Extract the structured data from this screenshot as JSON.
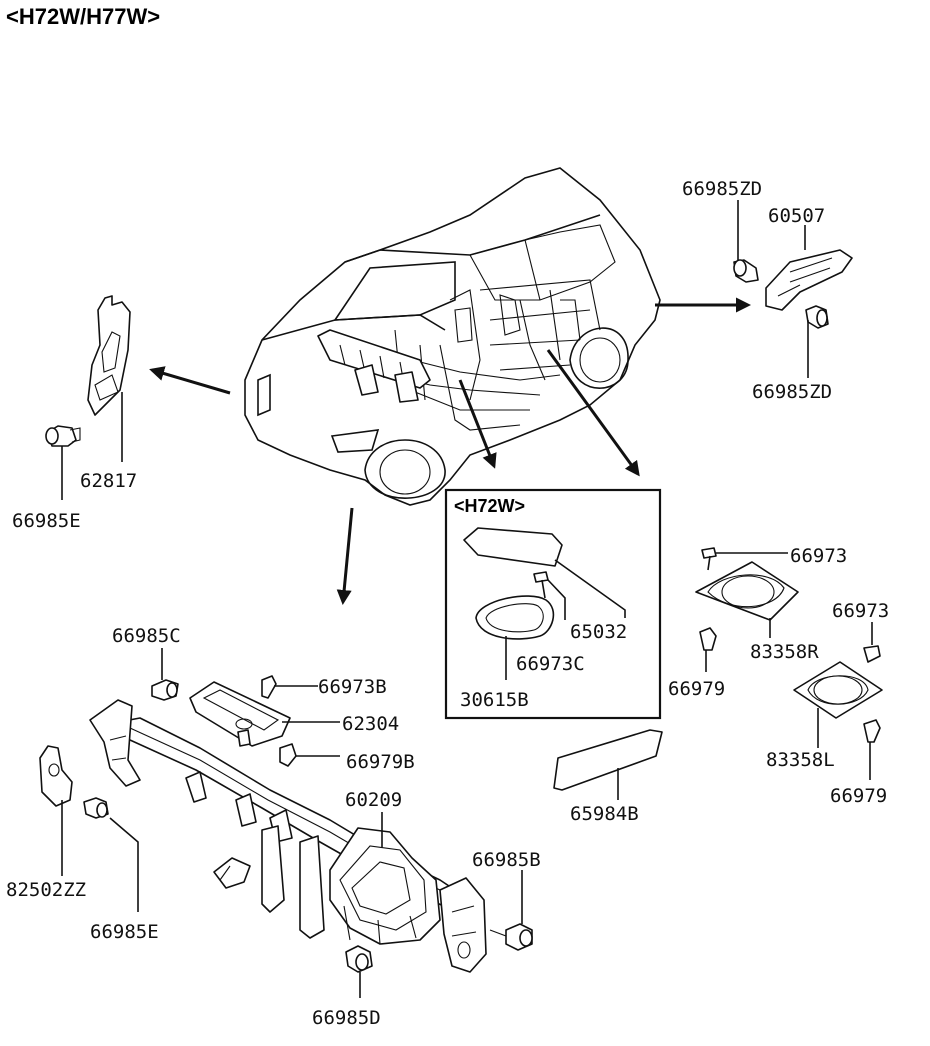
{
  "title": "<H72W/H77W>",
  "inset": {
    "title": "<H72W>"
  },
  "labels": {
    "p66985ZD_top": "66985ZD",
    "p60507": "60507",
    "p66985ZD_bottom": "66985ZD",
    "p62817": "62817",
    "p66985E_left": "66985E",
    "p65032": "65032",
    "p66973C": "66973C",
    "p30615B": "30615B",
    "p66973_a": "66973",
    "p83358R": "83358R",
    "p66979_a": "66979",
    "p66973_b": "66973",
    "p83358L": "83358L",
    "p66979_b": "66979",
    "p65984B": "65984B",
    "p66985C": "66985C",
    "p66973B": "66973B",
    "p62304": "62304",
    "p66979B": "66979B",
    "p60209": "60209",
    "p82502ZZ": "82502ZZ",
    "p66985E_bottom": "66985E",
    "p66985B": "66985B",
    "p66985D": "66985D"
  }
}
